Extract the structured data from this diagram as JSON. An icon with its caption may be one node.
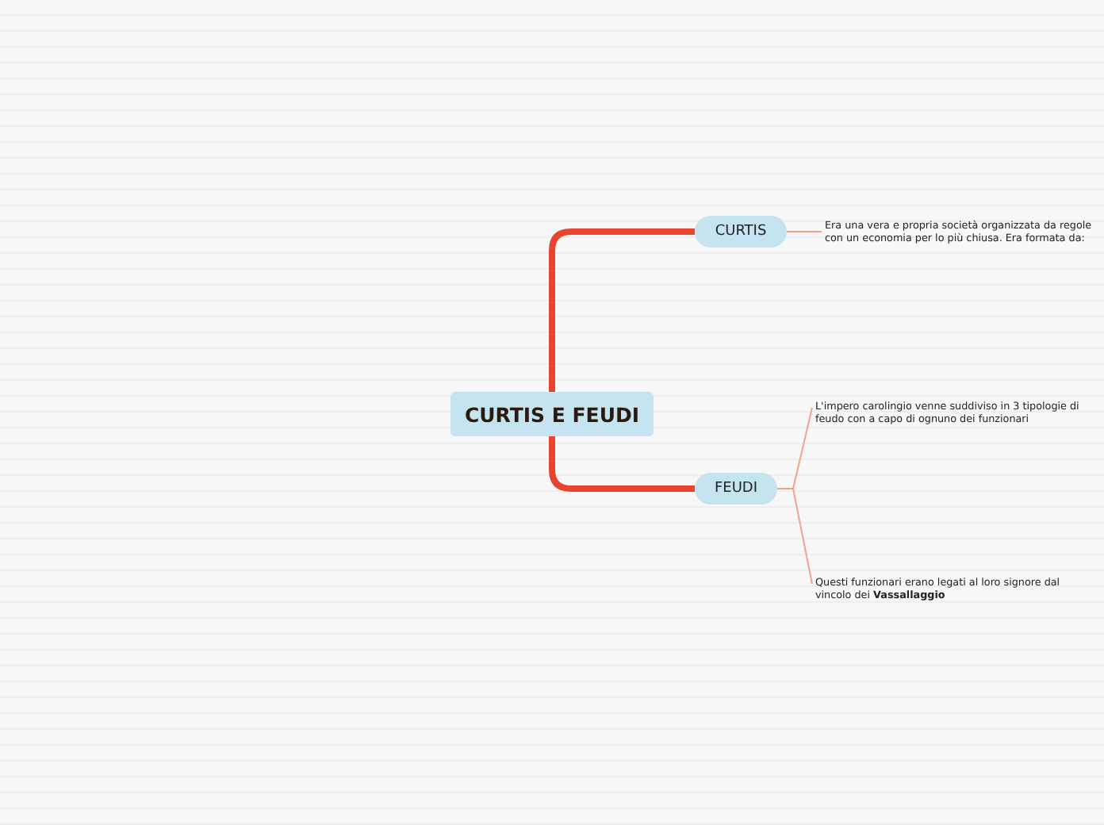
{
  "diagram": {
    "nodes": [
      {
        "text": [
          "CURTIS E FEUDI"
        ]
      },
      {
        "text": [
          "CURTIS"
        ]
      },
      {
        "text": [
          "Era una vera e propria società organizzata da regole con un economia per lo più chiusa. Era formata da:"
        ]
      },
      {
        "text": [
          "FEUDI"
        ]
      },
      {
        "text": [
          "L'impero carolingio venne suddiviso in 3 tipologie di feudo con a capo di ognuno dei funzionari"
        ]
      },
      {
        "text": [
          "Questi funzionari erano legati al loro signore dal vincolo dei **Vassallaggio**"
        ]
      }
    ],
    "edges": [
      {
        "from": 0,
        "to": 1,
        "arrow": "none",
        "style": "thick",
        "color": "#e8442f"
      },
      {
        "from": 1,
        "to": 2,
        "arrow": "none"
      },
      {
        "from": 0,
        "to": 3,
        "arrow": "none",
        "style": "thick",
        "color": "#e8442f"
      },
      {
        "from": 3,
        "to": 4,
        "arrow": "none"
      },
      {
        "from": 3,
        "to": 5,
        "arrow": "none"
      }
    ]
  }
}
